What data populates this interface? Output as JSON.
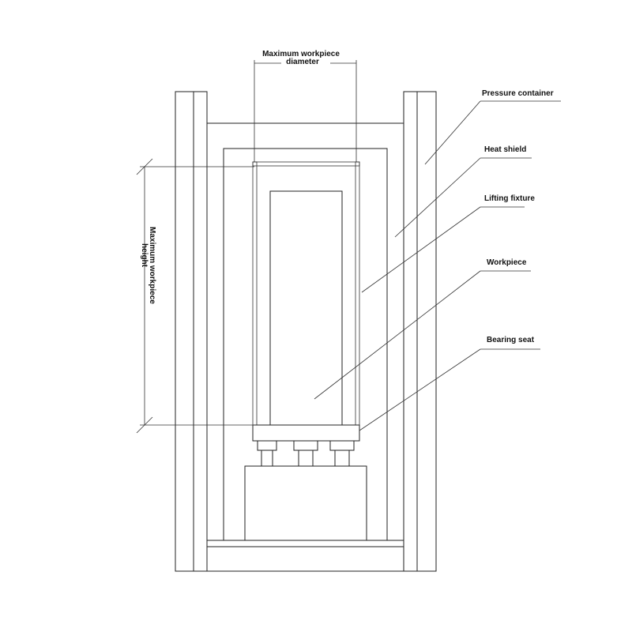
{
  "labels": {
    "pressure_container": "Pressure container",
    "heat_shield": "Heat shield",
    "lifting_fixture": "Lifting fixture",
    "workpiece": "Workpiece",
    "bearing_seat": "Bearing seat"
  },
  "dimensions": {
    "diameter_line1": "Maximum workpiece",
    "diameter_line2": "diameter",
    "height_line1": "Maximum workpiece",
    "height_line2": "height"
  },
  "colors": {
    "stroke": "#222222",
    "background": "#ffffff"
  }
}
